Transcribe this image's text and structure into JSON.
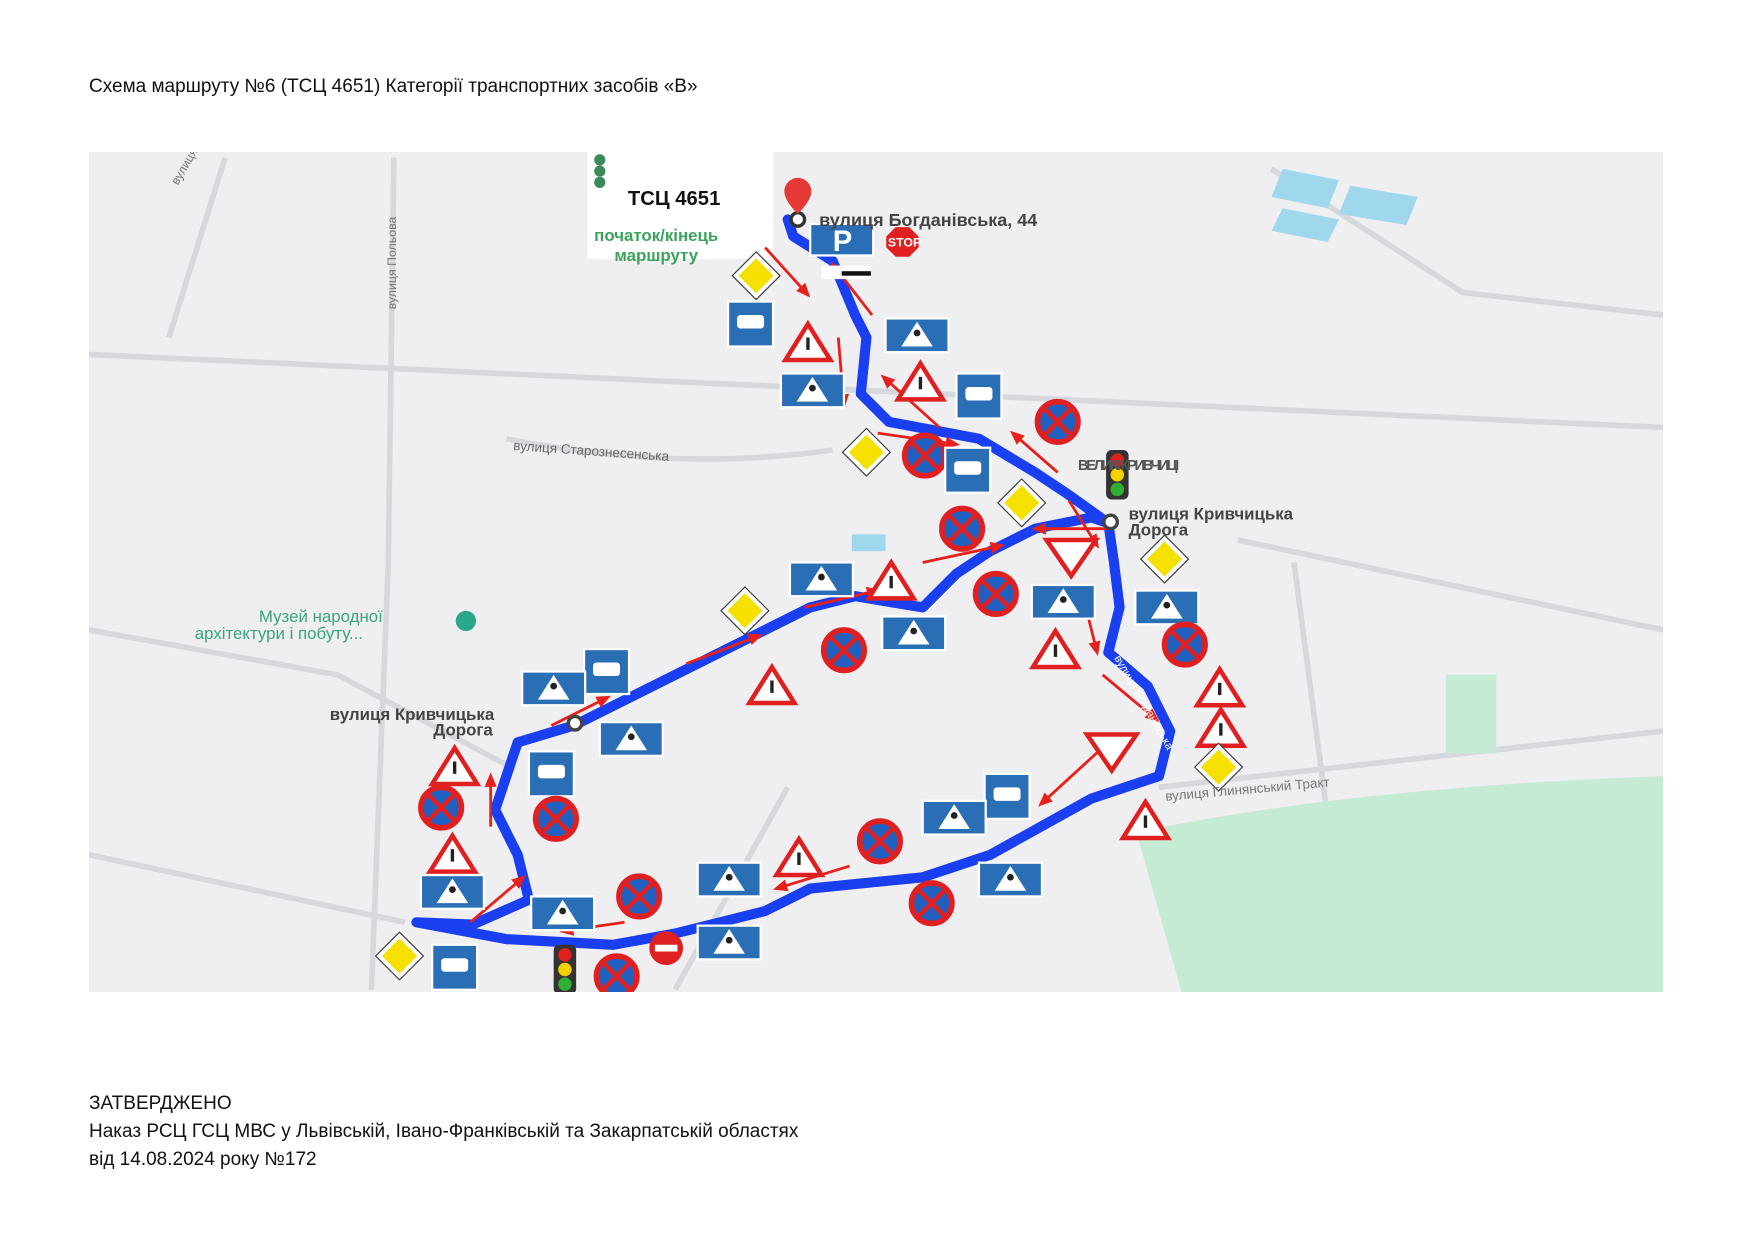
{
  "title": "Схема маршруту №6 (ТСЦ 4651) Категорії транспортних засобів «В»",
  "map": {
    "center_label": "ТСЦ 4651",
    "start_label_1": "початок/кінець",
    "start_label_2": "маршруту",
    "address": "вулиця Богданівська, 44",
    "kryv_1a": "вулиця Кривчицька",
    "kryv_1b": "Дорога",
    "kryv_2a": "вулиця Кривчицька",
    "kryv_2b": "Дорога",
    "museum_1": "Музей народної",
    "museum_2": "архітектури і побуту...",
    "street_staroz": "вулиця Старознесенська",
    "street_glyn": "вулиця Глинянський Тракт",
    "street_polova": "вулиця Польова",
    "street_top": "вулиця",
    "street_bogd": "вулиця Богданівська",
    "district": "ВЕЛИКІ КРИВЧИЦІ",
    "stop_text": "STOP",
    "route_color": "#1a3ff0",
    "arrow_color": "#e8201c"
  },
  "footer": {
    "line1": "ЗАТВЕРДЖЕНО",
    "line2": "Наказ РСЦ ГСЦ МВС у Львівській, Івано-Франківській та Закарпатській областях",
    "line3": "від 14.08.2024 року №172"
  }
}
